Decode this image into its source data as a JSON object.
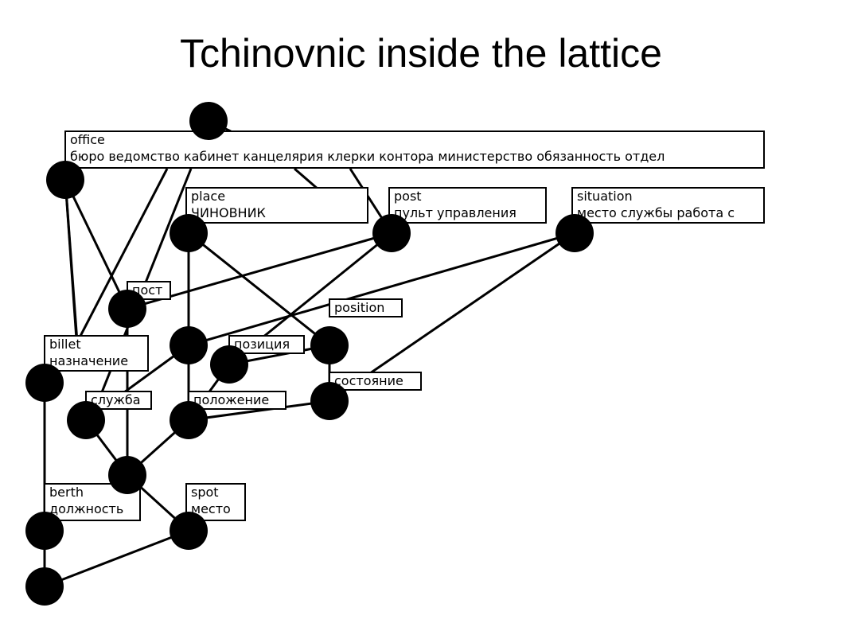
{
  "title": "Tchinovnic inside the lattice",
  "colors": {
    "node": "#000000",
    "edge": "#000000",
    "box_fill": "#ffffff",
    "box_stroke": "#000000"
  },
  "labels": {
    "office": [
      "office",
      "бюро ведомство кабинет канцелярия клерки контора министерство обязанность отдел"
    ],
    "place": [
      "place",
      "ЧИНОВНИК"
    ],
    "post": [
      "post",
      "пульт  управления"
    ],
    "situation": [
      "situation",
      "место  службы работа с"
    ],
    "post_ru": [
      "пост"
    ],
    "position": [
      "position"
    ],
    "billet": [
      "billet",
      "назначение"
    ],
    "position_ru": [
      "позиция"
    ],
    "state": [
      "состояние"
    ],
    "service": [
      "служба"
    ],
    "situation_ru": [
      "положение"
    ],
    "berth": [
      "berth",
      "должность"
    ],
    "spot": [
      "spot",
      "место"
    ]
  }
}
